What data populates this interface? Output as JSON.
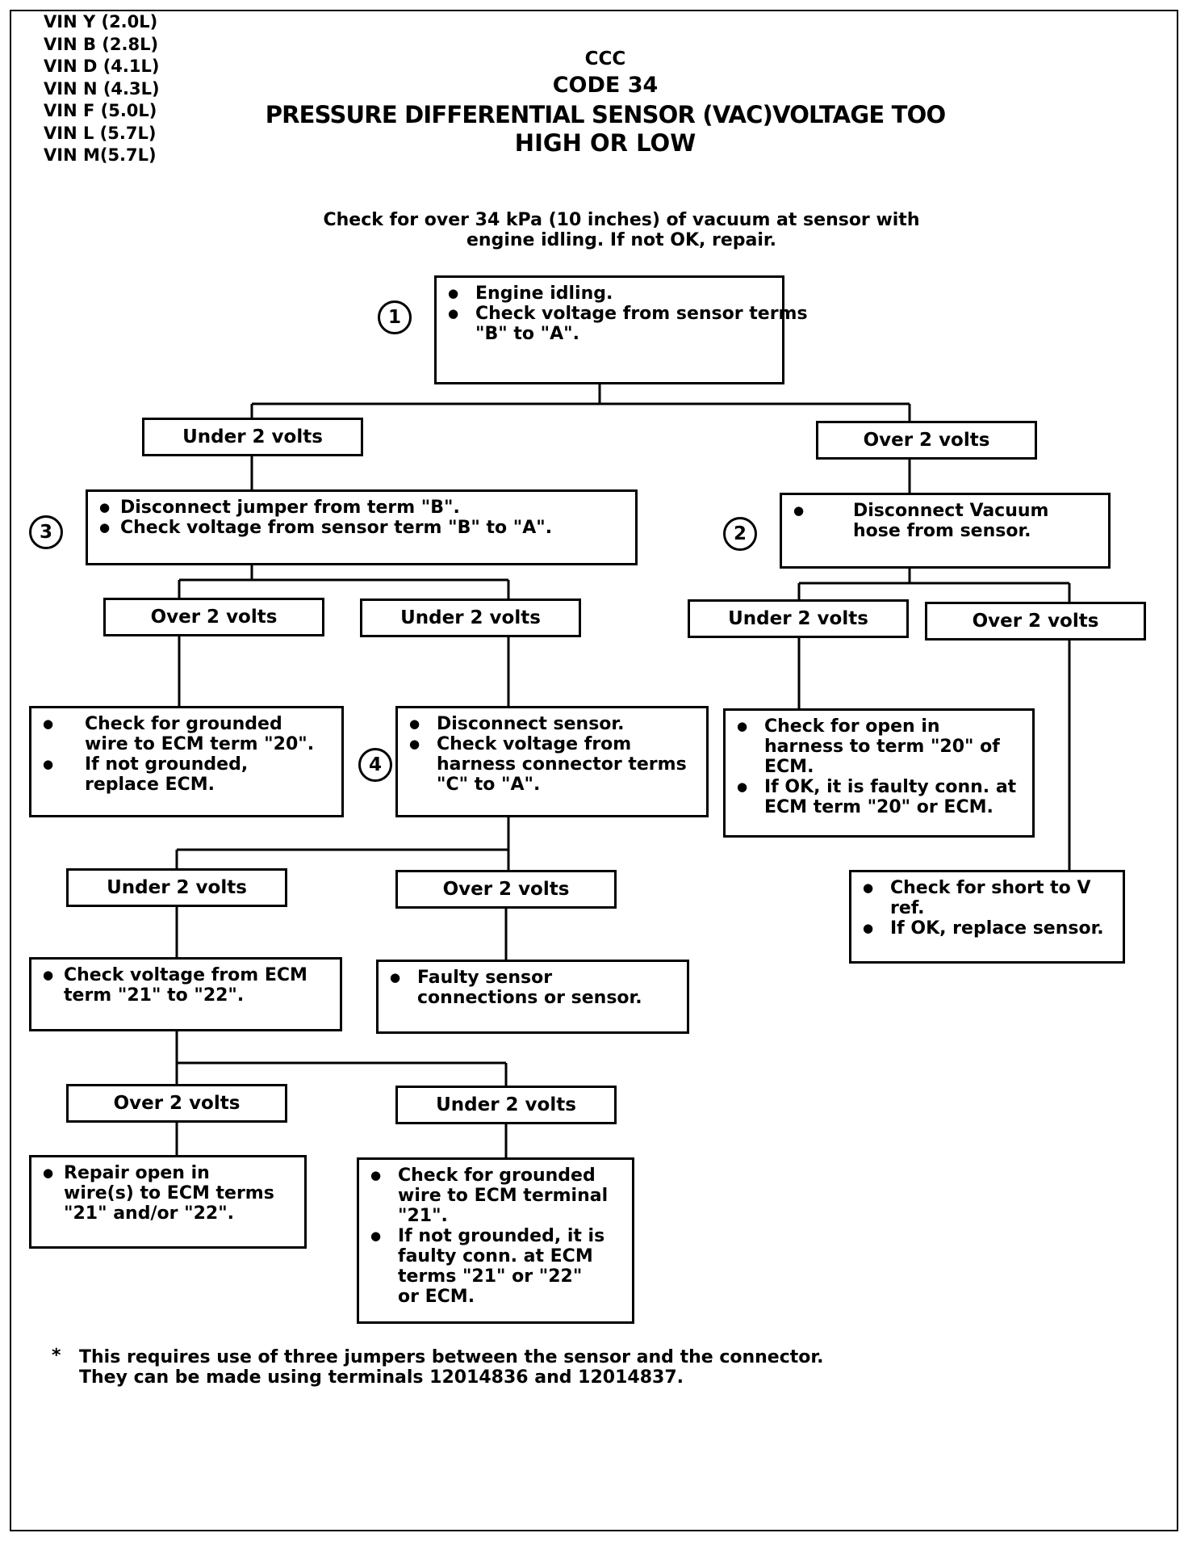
{
  "vin_list": [
    "VIN Y (2.0L)",
    "VIN B (2.8L)",
    "VIN D (4.1L)",
    "VIN N (4.3L)",
    "VIN F (5.0L)",
    "VIN L (5.7L)",
    "VIN M(5.7L)"
  ],
  "header": {
    "line1": "CCC",
    "line2": "CODE 34",
    "line3": "PRESSURE DIFFERENTIAL SENSOR (VAC)VOLTAGE TOO",
    "line4": "HIGH OR LOW"
  },
  "intro": {
    "line1": "Check for over 34 kPa (10 inches) of vacuum at sensor with",
    "line2": "engine idling.  If not OK, repair."
  },
  "steps": {
    "s1": "1",
    "s2": "2",
    "s3": "3",
    "s4": "4"
  },
  "boxes": {
    "step1": [
      "Engine idling.",
      "Check voltage from sensor terms",
      "\"B\" to \"A\"."
    ],
    "step3": [
      "Disconnect jumper from term \"B\".",
      "Check voltage from sensor term \"B\" to \"A\"."
    ],
    "step2": [
      "Disconnect Vacuum",
      "hose from sensor."
    ],
    "grounded_wire_20": [
      "Check for grounded",
      "wire to ECM term \"20\".",
      "If not grounded,",
      "replace ECM."
    ],
    "step4": [
      "Disconnect sensor.",
      "Check voltage from",
      "harness connector terms",
      "\"C\" to \"A\"."
    ],
    "open_harness_20": [
      "Check for open in",
      "harness to term \"20\" of",
      "ECM.",
      "If OK, it is faulty conn. at",
      "ECM term \"20\" or ECM."
    ],
    "short_vref": [
      "Check for short to V",
      "ref.",
      "If OK, replace sensor."
    ],
    "ecm_21_22": [
      "Check voltage from ECM",
      "term \"21\" to \"22\"."
    ],
    "faulty_sensor": [
      "Faulty sensor",
      "connections or sensor."
    ],
    "repair_open": [
      "Repair open in",
      "wire(s) to ECM terms",
      "\"21\" and/or \"22\"."
    ],
    "grounded_wire_21": [
      "Check for grounded",
      "wire to ECM terminal",
      "\"21\".",
      "If not grounded, it is",
      "faulty conn. at ECM",
      "terms \"21\" or \"22\"",
      "or ECM."
    ]
  },
  "labels": {
    "under2_a": "Under 2 volts",
    "over2_a": "Over 2 volts",
    "over2_b": "Over 2 volts",
    "under2_b": "Under 2 volts",
    "under2_c": "Under 2 volts",
    "over2_c": "Over 2 volts",
    "under2_d": "Under 2 volts",
    "over2_d": "Over 2 volts",
    "over2_e": "Over 2 volts",
    "under2_e": "Under 2 volts"
  },
  "footnote": {
    "star": "*",
    "line1": "This  requires use of three jumpers between the sensor and the connector.",
    "line2": "They can be made using terminals 12014836 and 12014837."
  }
}
